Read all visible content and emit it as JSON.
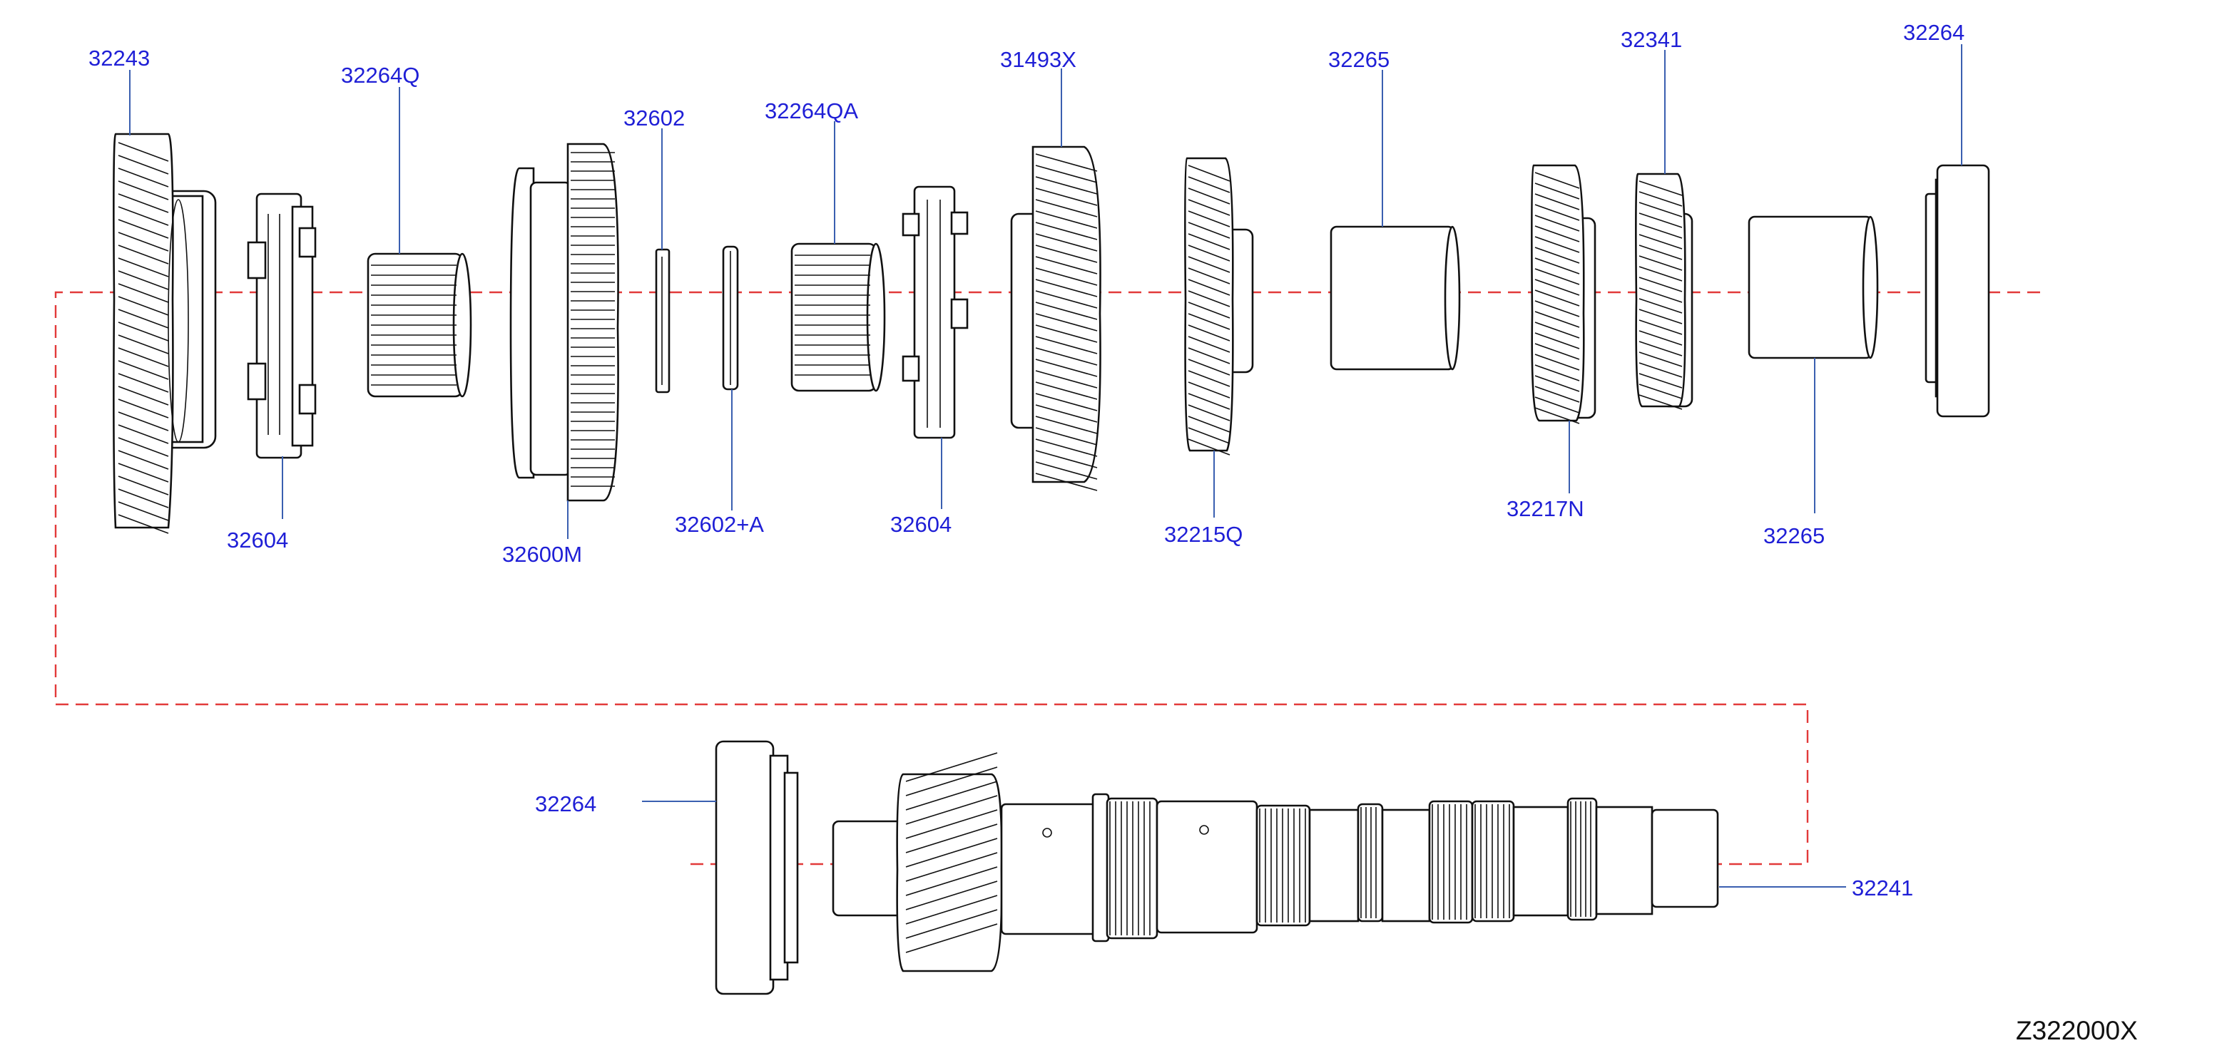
{
  "diagram_id": "Z322000X",
  "colors": {
    "label": "#1f1fd6",
    "leader": "#3a5fb0",
    "axis": "#e23a3a",
    "outline": "#111111"
  },
  "labels": {
    "p32243": "32243",
    "p32264Q": "32264Q",
    "p32602": "32602",
    "p32264QA": "32264QA",
    "p31493X": "31493X",
    "p32265_top": "32265",
    "p32341": "32341",
    "p32264_top": "32264",
    "p32604_left": "32604",
    "p32600M": "32600M",
    "p32602A": "32602+A",
    "p32604_right": "32604",
    "p32215Q": "32215Q",
    "p32217N": "32217N",
    "p32265_bottom": "32265",
    "p32264_bottom": "32264",
    "p32241": "32241"
  }
}
